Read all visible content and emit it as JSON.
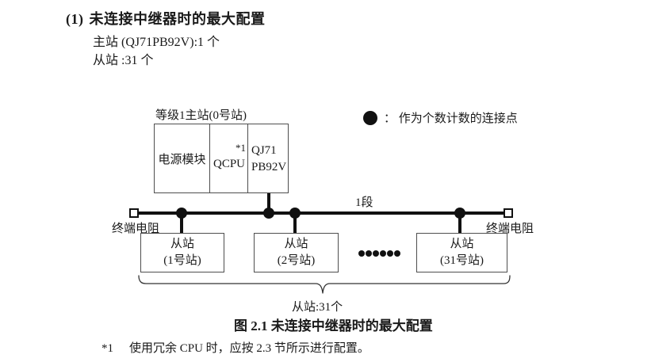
{
  "section": {
    "number": "(1)",
    "title": "未连接中继器时的最大配置",
    "master_line": "主站 (QJ71PB92V):1 个",
    "slave_line": "从站 :31 个"
  },
  "diagram": {
    "master_label": "等级1主站(0号站)",
    "master_box": {
      "power_module": "电源模块",
      "cpu": "QCPU",
      "cpu_note": "*1",
      "pb_line1": "QJ71",
      "pb_line2": "PB92V"
    },
    "legend_text": "： 作为个数计数的连接点",
    "segment_label": "1段",
    "terminator_label": "终端电阻",
    "slaves": [
      {
        "line1": "从站",
        "line2": "(1号站)"
      },
      {
        "line1": "从站",
        "line2": "(2号站)"
      },
      {
        "line1": "从站",
        "line2": "(31号站)"
      }
    ],
    "ellipsis_dot_count": 6,
    "brace_label": "从站:31个"
  },
  "caption": "图 2.1 未连接中继器时的最大配置",
  "footnote": {
    "marker": "*1",
    "text": "使用冗余 CPU 时，应按 2.3 节所示进行配置。"
  },
  "colors": {
    "ink": "#1a1a1a",
    "heavy_line": "#111111",
    "box_border": "#4e4e4e",
    "background": "#ffffff"
  }
}
